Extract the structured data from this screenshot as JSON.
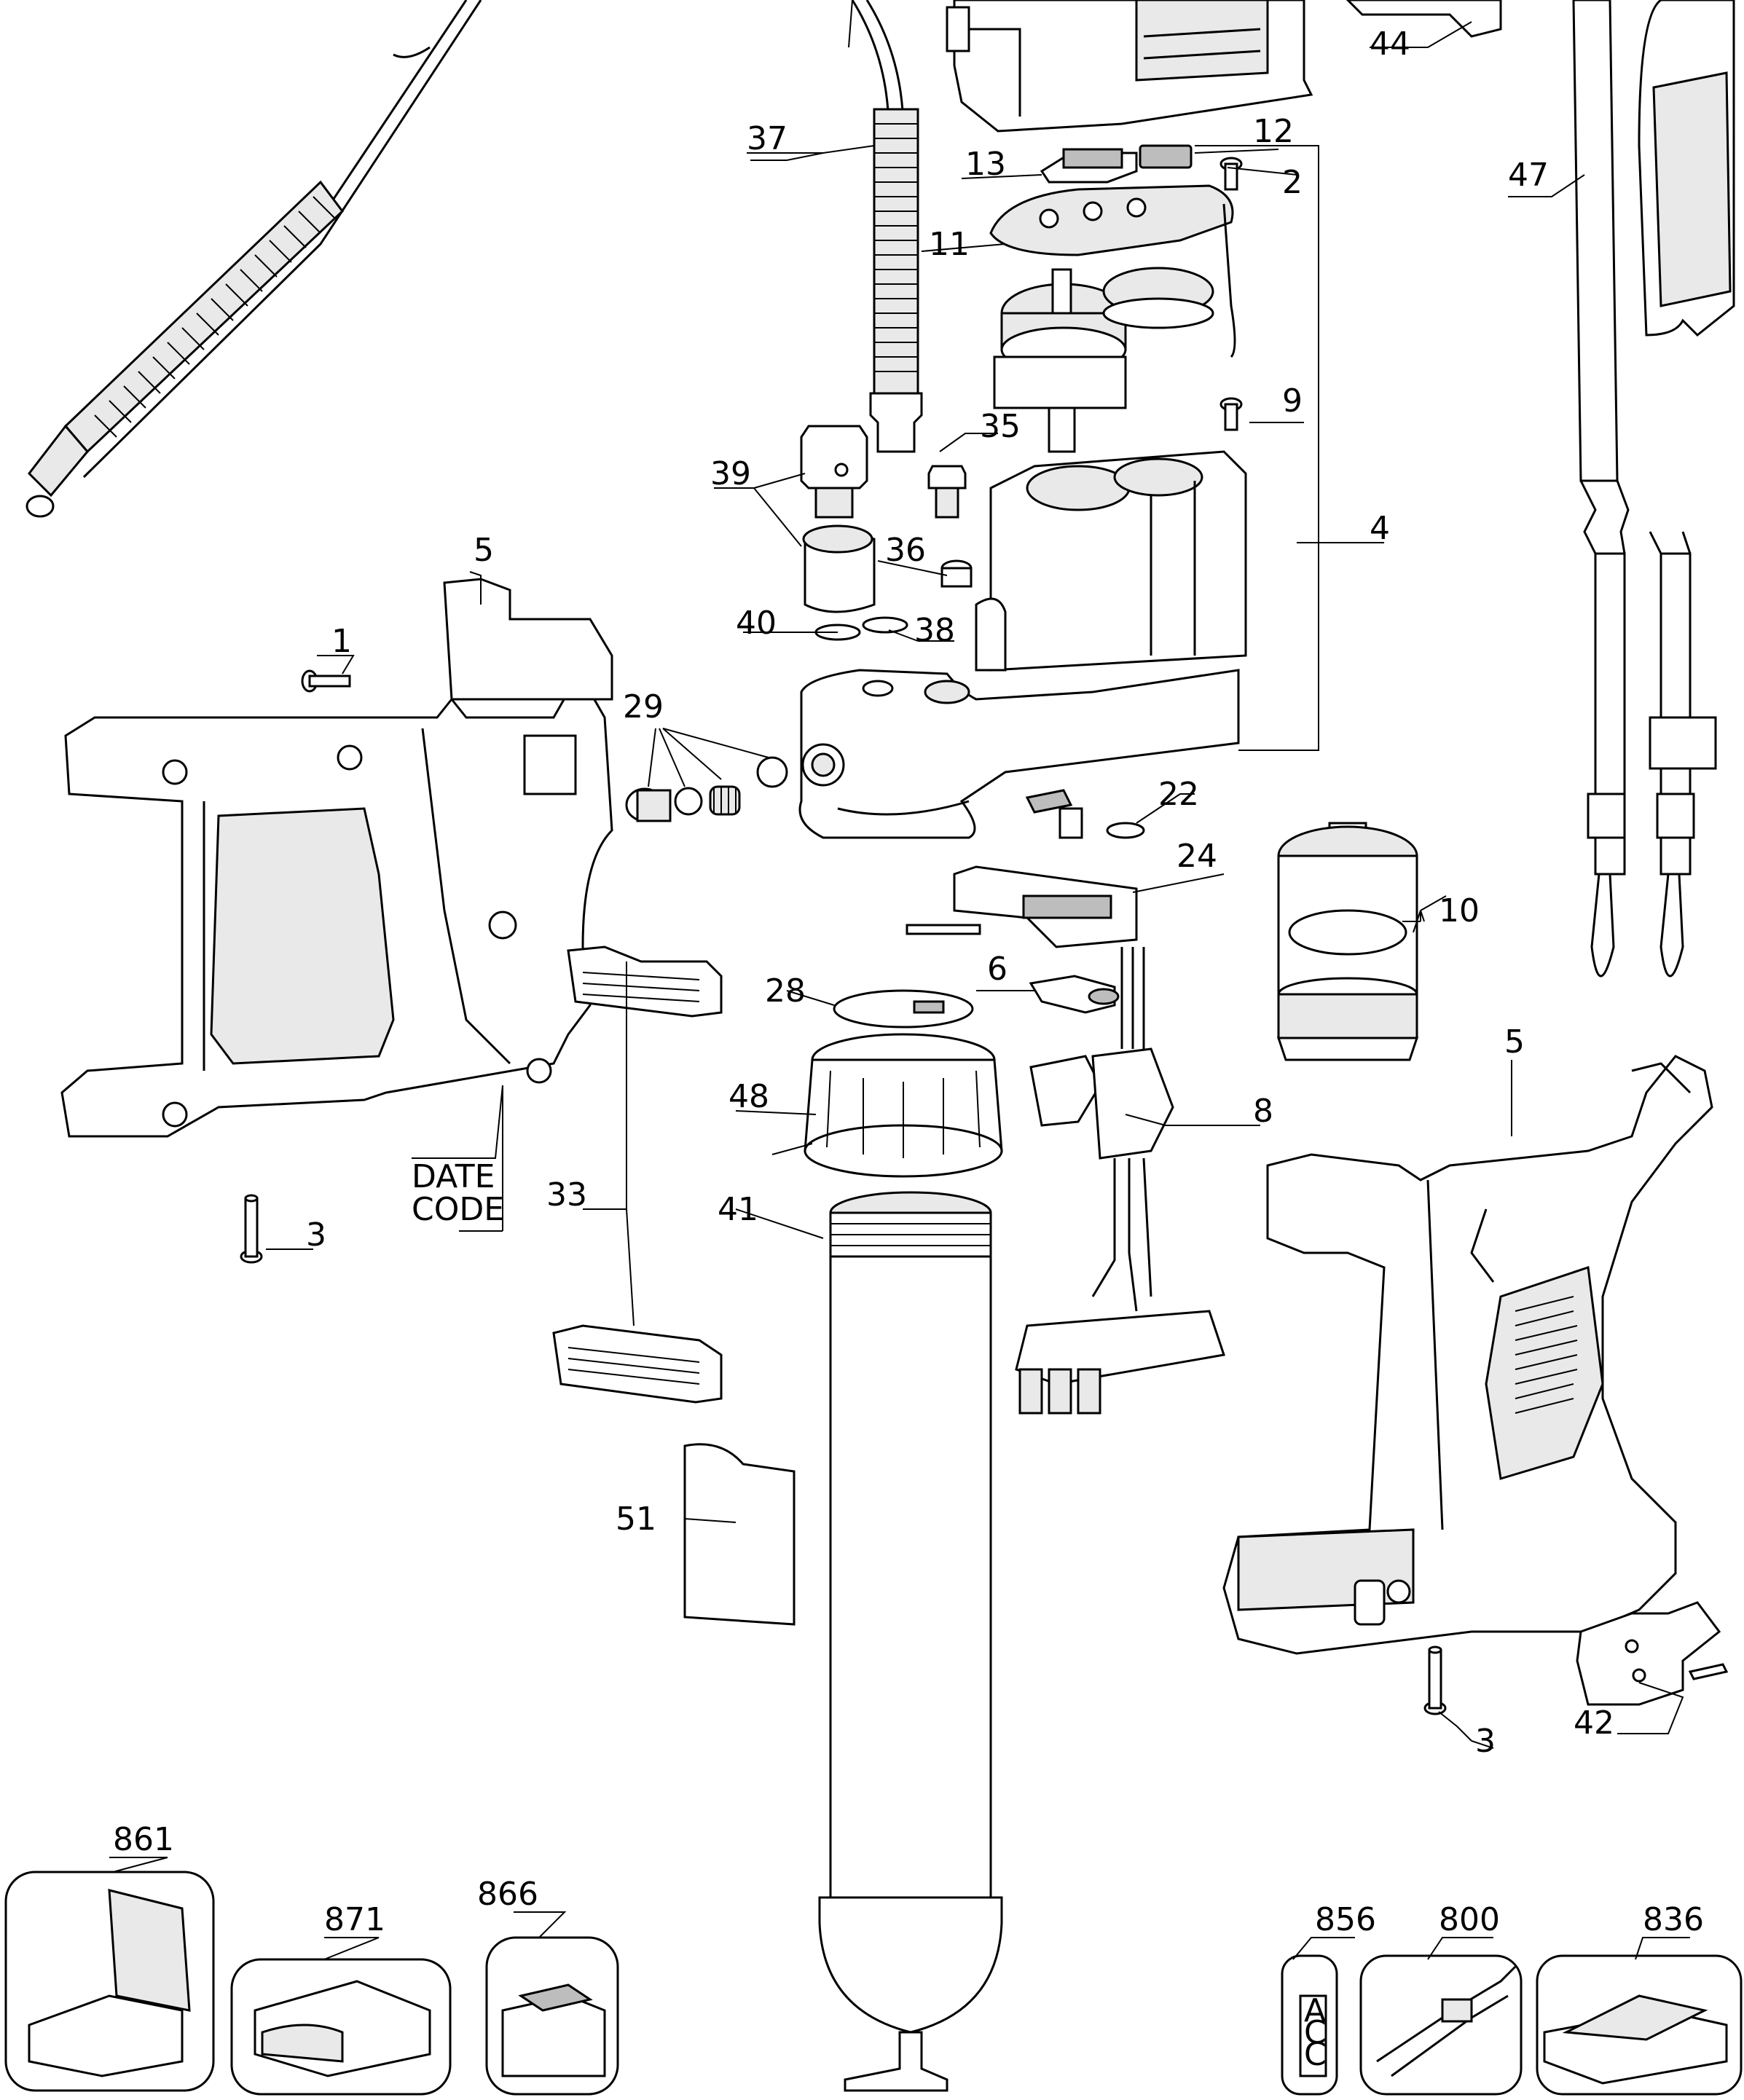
{
  "diagram": {
    "callouts": [
      "1",
      "2",
      "3",
      "3",
      "4",
      "5",
      "5",
      "6",
      "8",
      "9",
      "10",
      "11",
      "12",
      "13",
      "22",
      "24",
      "28",
      "29",
      "33",
      "35",
      "36",
      "37",
      "38",
      "39",
      "40",
      "41",
      "42",
      "44",
      "47",
      "48",
      "51",
      "800",
      "836",
      "856",
      "861",
      "866",
      "871"
    ],
    "date_code_line1": "DATE",
    "date_code_line2": "CODE",
    "acc_label": [
      "A",
      "C",
      "C"
    ]
  },
  "colors": {
    "line": "#000000",
    "background": "#ffffff",
    "shade": "#e9e9e9"
  }
}
